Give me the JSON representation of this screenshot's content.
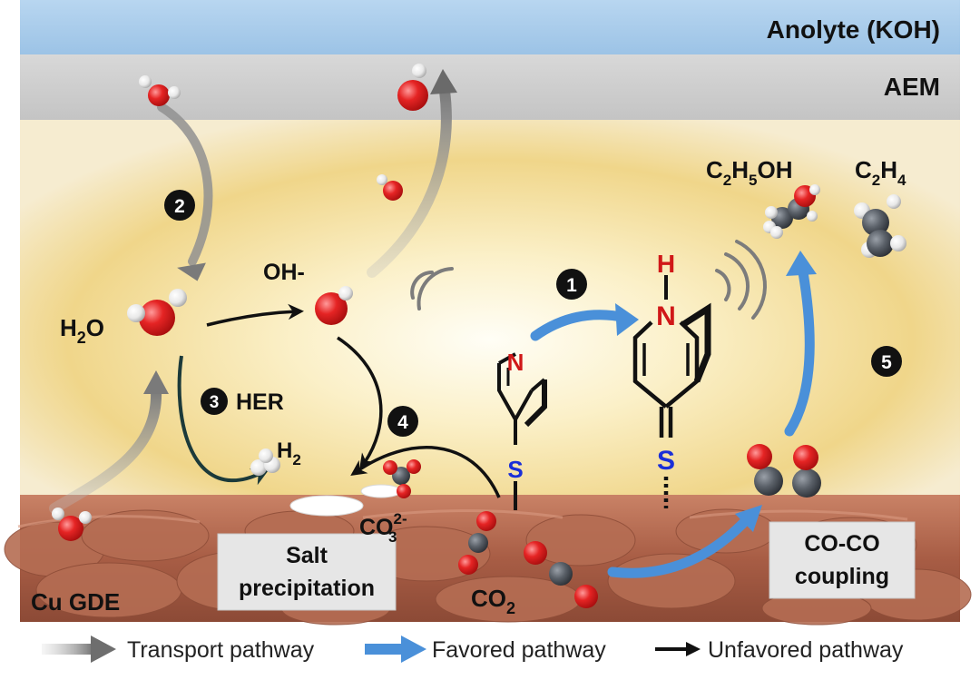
{
  "layers": {
    "anolyte": "Anolyte (KOH)",
    "aem": "AEM",
    "electrode": "Cu GDE"
  },
  "species": {
    "h2o": {
      "base": "H",
      "sub": "2",
      "tail": "O"
    },
    "oh": "OH-",
    "h2": {
      "base": "H",
      "sub": "2"
    },
    "co3": {
      "base": "CO",
      "sub": "3",
      "sup": "2-"
    },
    "co2": {
      "base": "CO",
      "sub": "2"
    },
    "ethanol": {
      "p1": "C",
      "s1": "2",
      "p2": "H",
      "s2": "5",
      "p3": "OH"
    },
    "ethylene": {
      "p1": "C",
      "s1": "2",
      "p2": "H",
      "s2": "4"
    }
  },
  "steps": [
    {
      "num": "1"
    },
    {
      "num": "2"
    },
    {
      "num": "3",
      "label": "HER"
    },
    {
      "num": "4"
    },
    {
      "num": "5"
    }
  ],
  "boxes": {
    "salt_line1": "Salt",
    "salt_line2": "precipitation",
    "coupling_line1": "CO-CO",
    "coupling_line2": "coupling"
  },
  "molecule_atoms": {
    "pyridine_n": "N",
    "thiolate_s": "S",
    "reduced_n": "N",
    "reduced_h": "H",
    "thione_s": "S"
  },
  "legend": [
    {
      "label": "Transport pathway",
      "color": "#8a8a8a"
    },
    {
      "label": "Favored  pathway",
      "color": "#4a90d9"
    },
    {
      "label": "Unfavored pathway",
      "color": "#111111"
    }
  ],
  "colors": {
    "anolyte": "#a9cbea",
    "aem": "#cfcfcf",
    "glow": "#f3d98a",
    "electrode": "#b86a4f",
    "oxygen": "#e02020",
    "carbon": "#555a60",
    "hydrogen": "#f2f2f2",
    "nitrogen": "#d01818",
    "sulfur": "#1a2fd8",
    "favored": "#4a90d9",
    "transport": "#8a8a8a",
    "unfavored": "#111111"
  }
}
